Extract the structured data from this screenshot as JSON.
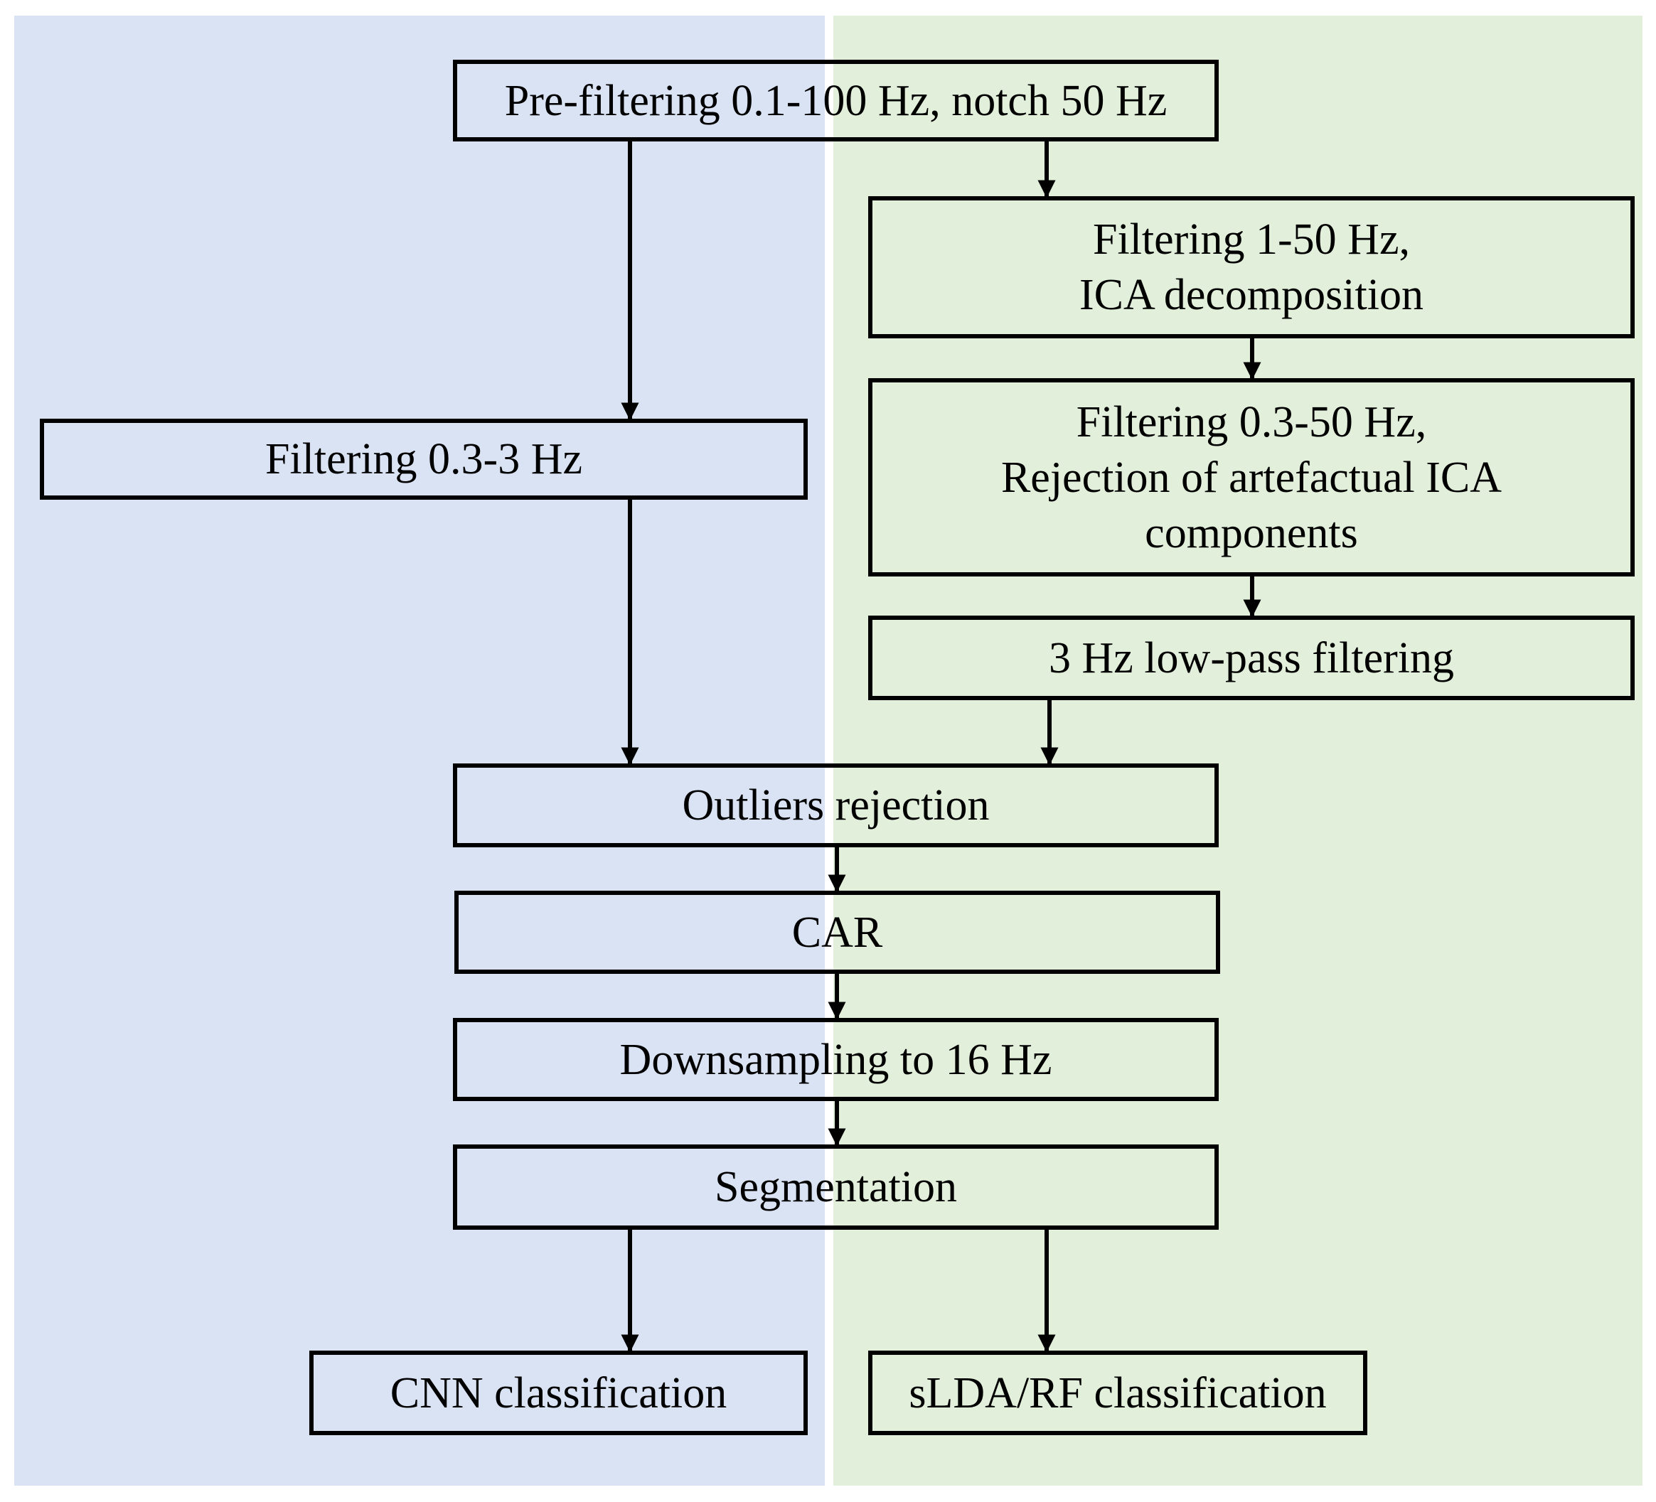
{
  "diagram": {
    "colors": {
      "left_panel": "#dae3f3",
      "right_panel": "#e2efda",
      "stroke": "#000000"
    },
    "boxes": {
      "prefiltering": {
        "text": "Pre-filtering  0.1-100 Hz, notch  50 Hz"
      },
      "filtering_1_50": {
        "line1": "Filtering  1-50 Hz,",
        "line2": "ICA  decomposition"
      },
      "filtering_03_3": {
        "text": "Filtering  0.3-3 Hz"
      },
      "filtering_03_50": {
        "line1": "Filtering  0.3-50 Hz,",
        "line2": "Rejection of artefactual  ICA",
        "line3": "components"
      },
      "lowpass": {
        "text": "3 Hz  low-pass  filtering"
      },
      "outliers": {
        "text": "Outliers rejection"
      },
      "car": {
        "text": "CAR"
      },
      "downsampling": {
        "text": "Downsampling  to 16 Hz"
      },
      "segmentation": {
        "text": "Segmentation"
      },
      "cnn": {
        "text": "CNN classification"
      },
      "slda_rf": {
        "text": "sLDA/RF  classification"
      }
    }
  }
}
